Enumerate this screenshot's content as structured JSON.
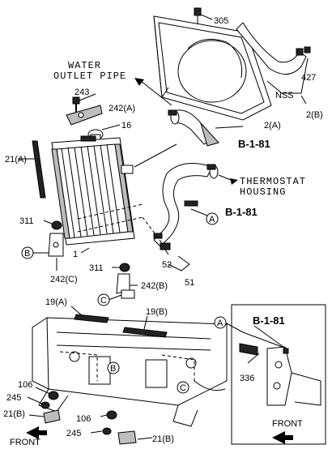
{
  "labels": {
    "p305": "305",
    "water_outlet_l1": "WATER",
    "water_outlet_l2": "OUTLET PIPE",
    "p427": "427",
    "p243": "243",
    "p242a": "242(A)",
    "nss": "NSS",
    "p16": "16",
    "p2a": "2(A)",
    "p2b": "2(B)",
    "b181_top": "B-1-81",
    "p21a": "21(A)",
    "thermostat_l1": "THERMOSTAT",
    "thermostat_l2": "HOUSING",
    "b181_mid": "B-1-81",
    "callout_a": "A",
    "p311_top": "311",
    "callout_b": "B",
    "p1": "1",
    "p311_bot": "311",
    "p52": "52",
    "p242c": "242(C)",
    "p51": "51",
    "p242b": "242(B)",
    "callout_c": "C",
    "p19a": "19(A)",
    "p19b": "19(B)",
    "inset_a": "A",
    "inset_b181": "B-1-81",
    "p106_left": "106",
    "callout_b2": "B",
    "p245_left": "245",
    "p336": "336",
    "p21b_left": "21(B)",
    "callout_c2": "C",
    "p106_bot": "106",
    "p245_bot": "245",
    "p21b_bot": "21(B)",
    "front_left": "FRONT",
    "front_right": "FRONT"
  }
}
